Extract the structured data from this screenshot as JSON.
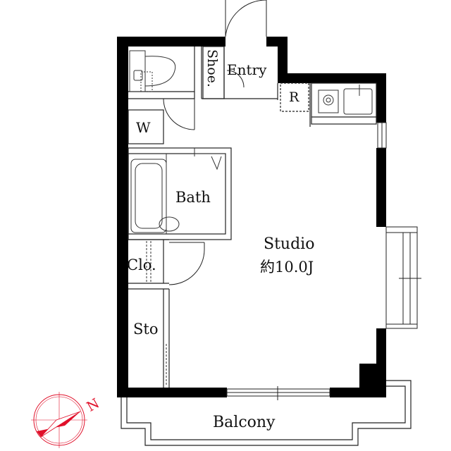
{
  "rooms": {
    "entry": "Entry",
    "shoe": "Shoe.",
    "refrigerator": "R",
    "washer": "W",
    "bath": "Bath",
    "closet": "Clo.",
    "storage": "Sto",
    "studio": "Studio",
    "studio_area": "約10.0J",
    "balcony": "Balcony"
  },
  "compass": {
    "north_label": "N"
  },
  "colors": {
    "wall": "#000000",
    "fixture": "#444444",
    "compass": "#e0102a",
    "background": "#ffffff"
  }
}
